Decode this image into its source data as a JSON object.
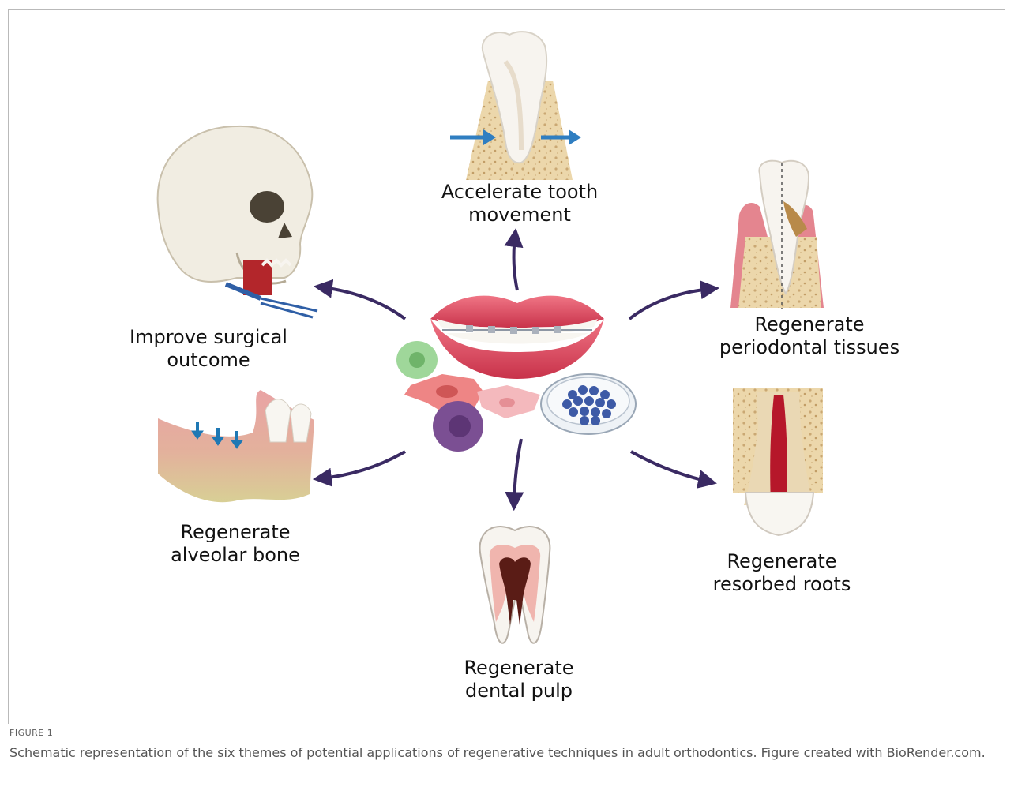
{
  "figure": {
    "center_label": [],
    "themes": [
      {
        "id": "tooth-movement",
        "lines": [
          "Accelerate tooth",
          "movement"
        ]
      },
      {
        "id": "periodontal",
        "lines": [
          "Regenerate",
          "periodontal tissues"
        ]
      },
      {
        "id": "surgical",
        "lines": [
          "Improve surgical",
          "outcome"
        ]
      },
      {
        "id": "alveolar-bone",
        "lines": [
          "Regenerate",
          "alveolar bone"
        ]
      },
      {
        "id": "dental-pulp",
        "lines": [
          "Regenerate",
          "dental pulp"
        ]
      },
      {
        "id": "resorbed-roots",
        "lines": [
          "Regenerate",
          "resorbed roots"
        ]
      }
    ]
  },
  "caption": {
    "label": "FIGURE 1",
    "text": "Schematic representation of the six themes of potential applications of regenerative techniques in adult orthodontics. Figure created with BioRender.com."
  },
  "colors": {
    "arrow": "#3a2a63",
    "bone": "#e9d3a5",
    "enamel": "#f6f3ee",
    "gum": "#e87f86",
    "lip": "#e04a5e",
    "pulp": "#5a1c16"
  }
}
